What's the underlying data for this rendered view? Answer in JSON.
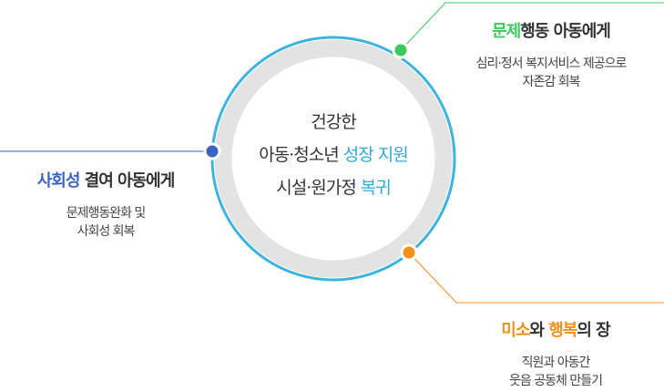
{
  "center": {
    "line1": "건강한",
    "line2_a": "아동·청소년 ",
    "line2_b": "성장 지원",
    "line3_a": "시설·원가정 ",
    "line3_b": "복귀"
  },
  "top_right": {
    "title_accent": "문제",
    "title_rest": "행동 아동에게",
    "desc1": "심리·정서 복지서비스 제공으로",
    "desc2": "자존감 회복"
  },
  "left": {
    "title_accent": "사회성",
    "title_rest": " 결여 아동에게",
    "desc1": "문제행동완화 및",
    "desc2": "사회성 회복"
  },
  "bottom_right": {
    "title_a": "미소",
    "title_b": "와 ",
    "title_c": "행복",
    "title_d": "의 장",
    "desc1": "직원과 아동간",
    "desc2": "웃음 공동체 만들기"
  },
  "colors": {
    "green": "#3cc95b",
    "blue_dot": "#3a63c4",
    "orange": "#f39019",
    "ring_blue": "#3bb4e0",
    "ring_gray": "#e3e3e3"
  }
}
